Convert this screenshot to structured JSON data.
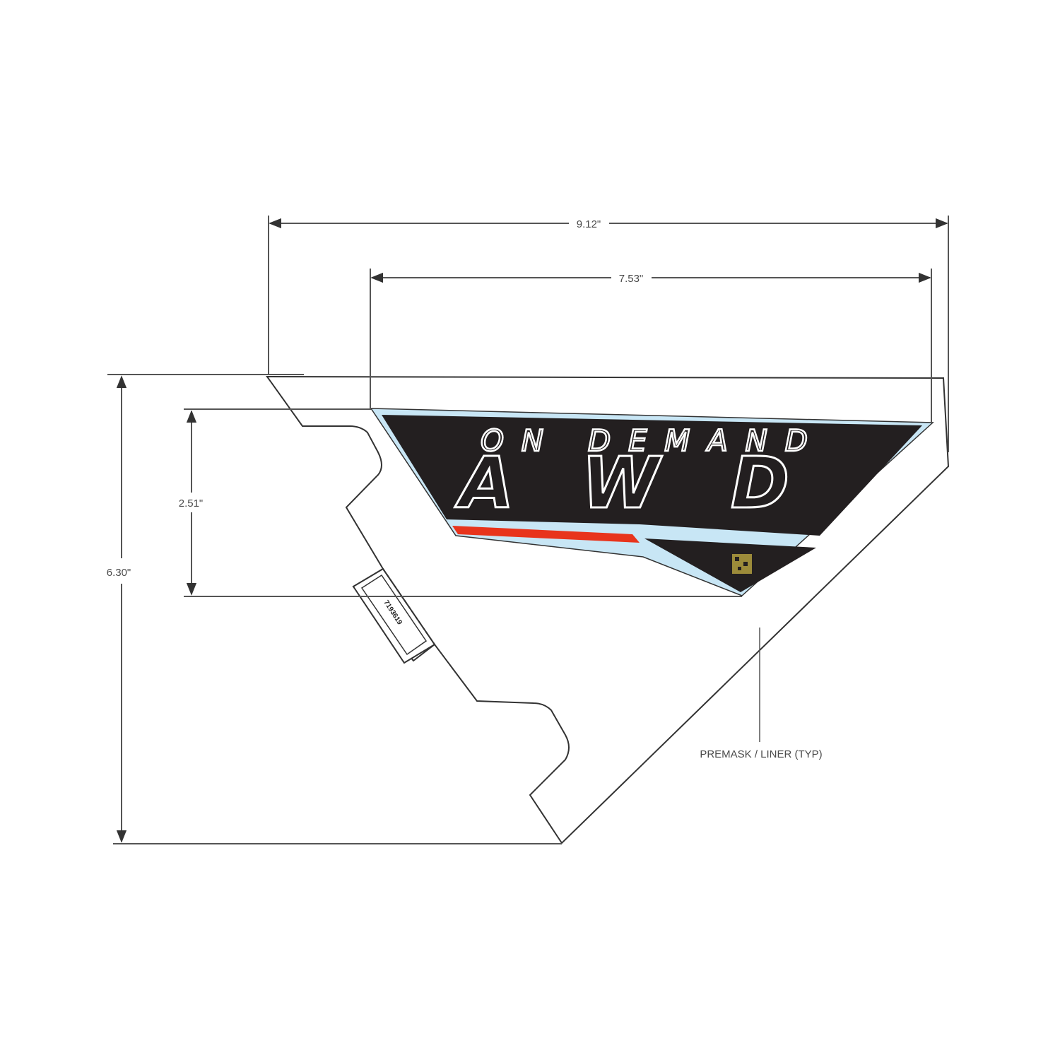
{
  "dimensions": {
    "overall_width": "9.12\"",
    "graphic_width": "7.53\"",
    "graphic_height": "2.51\"",
    "overall_height": "6.30\""
  },
  "decal": {
    "line1": "ON DEMAND",
    "line2": "AWD",
    "colors": {
      "background": "#231f20",
      "border": "#c8e6f5",
      "stripe": "#e8341c",
      "text_outline": "#ffffff",
      "qr": "#9c8b3a"
    }
  },
  "part_number": "7193619",
  "callout": {
    "label": "PREMASK / LINER (TYP)"
  },
  "colors": {
    "line": "#333333",
    "dim_line": "#555555"
  }
}
